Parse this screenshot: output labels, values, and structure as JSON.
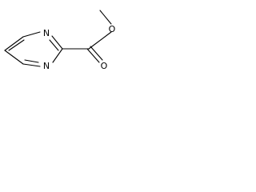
{
  "molecule": {
    "atoms": {
      "n_top": "N",
      "n_bottom": "N",
      "o_carbonyl": "O",
      "o_ester": "O"
    },
    "colors": {
      "bond": "#000000",
      "label": "#000000",
      "background": "#ffffff"
    }
  }
}
